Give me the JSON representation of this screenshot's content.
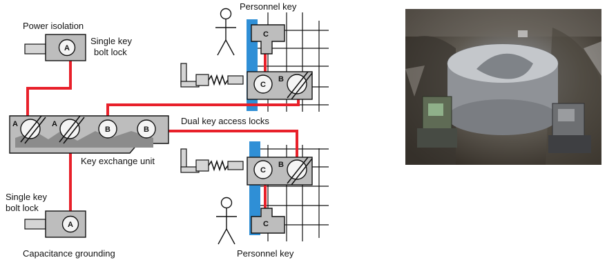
{
  "labels": {
    "power_isolation": "Power isolation",
    "single_key_bolt_lock_top_1": "Single key",
    "single_key_bolt_lock_top_2": "bolt lock",
    "personnel_key_top": "Personnel key",
    "dual_key_access_locks": "Dual key access locks",
    "key_exchange_unit": "Key exchange unit",
    "single_key_bolt_lock_bottom_1": "Single key",
    "single_key_bolt_lock_bottom_2": "bolt lock",
    "capacitance_grounding": "Capacitance grounding",
    "personnel_key_bottom": "Personnel key"
  },
  "keys": {
    "a": "A",
    "b": "B",
    "c": "C"
  },
  "colors": {
    "link": "#e8202a",
    "lock_fill": "#bdbdbd",
    "shadow": "#8c8c8c",
    "door_strip": "#2f8fd6",
    "outline": "#111111"
  },
  "icons": [
    "bolt-icon",
    "lock-icon",
    "person-icon",
    "spring-bolt-icon",
    "key-icon",
    "photo"
  ]
}
